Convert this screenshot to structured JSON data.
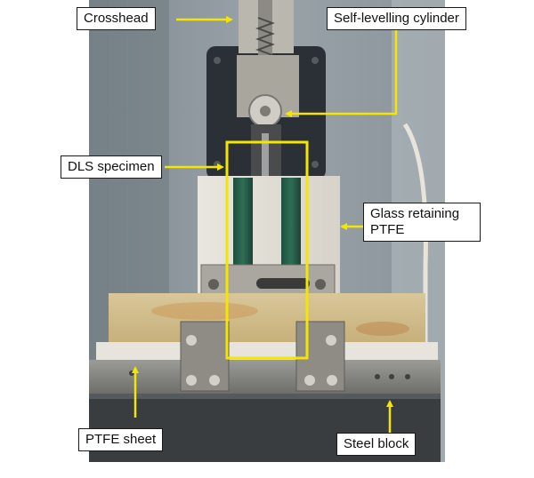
{
  "annotations": {
    "crosshead": "Crosshead",
    "self_levelling_cylinder": "Self-levelling cylinder",
    "dls_specimen": "DLS specimen",
    "glass_retaining_ptfe": {
      "line1": "Glass retaining",
      "line2": "PTFE"
    },
    "ptfe_sheet": "PTFE sheet",
    "steel_block": "Steel block"
  },
  "colors": {
    "highlight": "#f5e600",
    "arrow": "#f5e600",
    "label_border": "#1a1a1a"
  }
}
